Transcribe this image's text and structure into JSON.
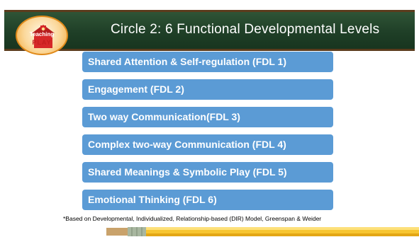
{
  "title": "Circle 2: 6 Functional Developmental Levels",
  "logo": {
    "line1": "Teaching",
    "line2": "PLAY"
  },
  "levels": [
    "Shared Attention & Self-regulation (FDL 1)",
    "Engagement (FDL 2)",
    "Two way Communication(FDL 3)",
    "Complex two-way Communication (FDL 4)",
    "Shared Meanings & Symbolic Play (FDL 5)",
    "Emotional Thinking (FDL 6)"
  ],
  "footnote": "*Based on Developmental, Individualized,  Relationship-based (DIR) Model, Greenspan & Weider",
  "colors": {
    "bar": "#5b9bd5",
    "chalkboard": "#1f3f27",
    "frame": "#5b3b1c",
    "logo_accent": "#c41e1e"
  },
  "icons": {
    "logo": "schoolhouse-icon",
    "decoration": "pencil-icon"
  }
}
